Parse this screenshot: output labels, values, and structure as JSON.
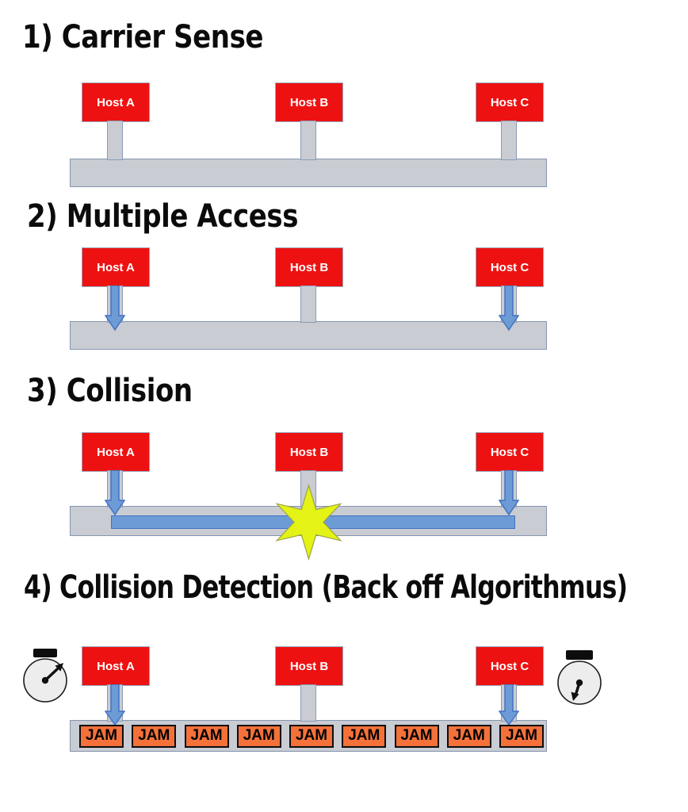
{
  "sections": [
    {
      "title": "1) Carrier Sense",
      "hosts": [
        "Host A",
        "Host B",
        "Host C"
      ]
    },
    {
      "title": "2) Multiple Access",
      "hosts": [
        "Host A",
        "Host B",
        "Host C"
      ]
    },
    {
      "title": "3) Collision",
      "hosts": [
        "Host A",
        "Host B",
        "Host C"
      ]
    },
    {
      "title": "4) Collision Detection (Back off Algorithmus)",
      "hosts": [
        "Host A",
        "Host B",
        "Host C"
      ],
      "jam_label": "JAM",
      "jam_count": 9
    }
  ],
  "icons": {
    "transmission_arrow": "down-arrow-icon",
    "collision_burst": "collision-burst-icon",
    "backoff_timer": "stopwatch-icon"
  },
  "colors": {
    "host_fill": "#ee1111",
    "host_text": "#ffffff",
    "bus_fill": "#c9ccd2",
    "outline_blue_gray": "#8496b0",
    "arrow_fill": "#6d9bd5",
    "arrow_stroke": "#4472c4",
    "signal_bar_fill": "#6d9bd5",
    "collision_star_fill": "#e4f216",
    "jam_fill": "#f4713a",
    "jam_text": "#000000",
    "title_text": "#0b0b0b"
  }
}
